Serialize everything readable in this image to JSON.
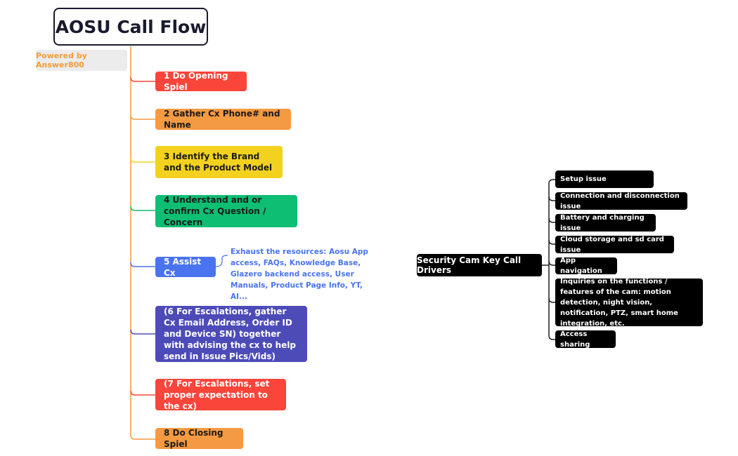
{
  "title": "AOSU Call Flow",
  "powered_by": "Powered by Answer800",
  "steps": [
    {
      "label": "1 Do Opening Spiel",
      "color": "#f9453a"
    },
    {
      "label": "2 Gather Cx Phone# and Name",
      "color": "#f49a42"
    },
    {
      "label": "3 Identify the Brand and the Product Model",
      "color": "#f2d21e"
    },
    {
      "label": "4 Understand and or confirm Cx Question / Concern",
      "color": "#0dbe73"
    },
    {
      "label": "5 Assist Cx",
      "color": "#4a73f0"
    },
    {
      "label": "(6 For Escalations, gather Cx Email Address, Order ID and Device SN) together with advising the cx to help send in Issue Pics/Vids)",
      "color": "#4d4bb8"
    },
    {
      "label": "(7 For Escalations, set proper expectation to the cx)",
      "color": "#f9453a"
    },
    {
      "label": "8 Do Closing Spiel",
      "color": "#f49a42"
    }
  ],
  "assist_note": "Exhaust the resources: Aosu App access, FAQs, Knowledge Base, Glazero backend access, User Manuals, Product Page Info, YT, AI...",
  "key_drivers": {
    "root": "Security Cam Key Call Drivers",
    "items": [
      "Setup issue",
      "Connection and disconnection issue",
      "Battery and charging issue",
      "Cloud storage and sd card issue",
      "App navigation",
      "Inquiries on the functions / features of the cam: motion detection, night vision, notification, PTZ, smart home integration, etc.",
      "Access sharing"
    ]
  }
}
